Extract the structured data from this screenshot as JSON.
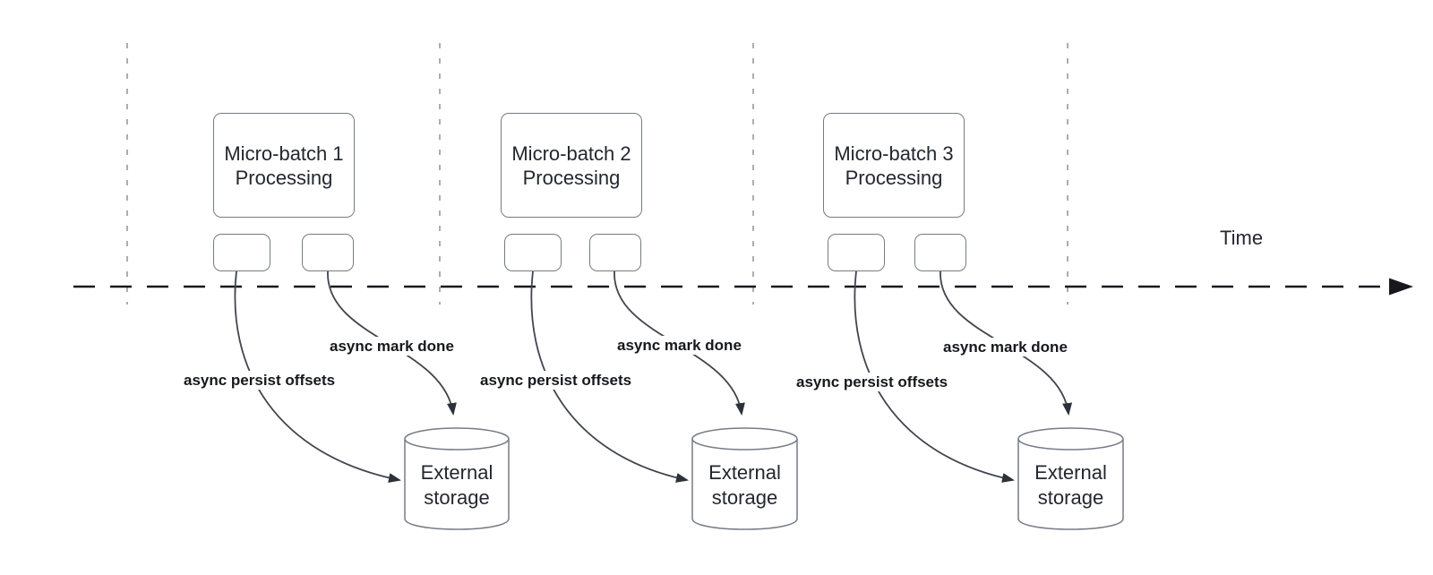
{
  "diagram": {
    "time_label": "Time",
    "batches": [
      {
        "title": "Micro-batch 1\nProcessing",
        "persist_arrow_label": "async persist offsets",
        "mark_arrow_label": "async mark done",
        "storage_label": "External\nstorage"
      },
      {
        "title": "Micro-batch 2\nProcessing",
        "persist_arrow_label": "async persist offsets",
        "mark_arrow_label": "async mark done",
        "storage_label": "External\nstorage"
      },
      {
        "title": "Micro-batch 3\nProcessing",
        "persist_arrow_label": "async persist offsets",
        "mark_arrow_label": "async mark done",
        "storage_label": "External\nstorage"
      }
    ],
    "colors": {
      "shape_stroke": "#767b85",
      "arrow_stroke": "#40454e",
      "arrowhead_fill": "#2c313a",
      "time_axis": "#16181d",
      "divider": "#a9adb4",
      "text": "#23272f"
    }
  }
}
